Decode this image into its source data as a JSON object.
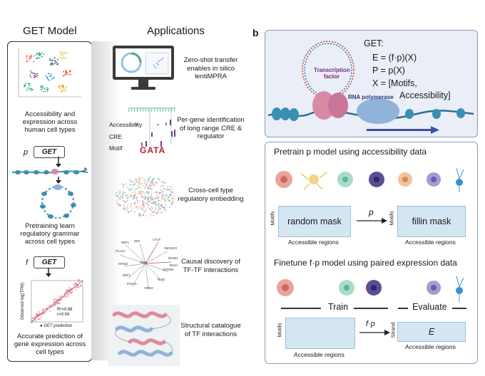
{
  "left": {
    "title": "GET Model",
    "step1": "Accessibility and expression across human cell types",
    "p_label": "p",
    "get_label": "GET",
    "step2": "Pretraining learn regulatory grammar across cell types",
    "f_label": "f",
    "step3": "Accurate prediction of gene expression across cell types",
    "scatter_ylabel": "Observed log(TPM)",
    "scatter_stats": "R²=0.88\nr=0.94",
    "scatter_legend": "● GET prediction"
  },
  "apps": {
    "title": "Applications",
    "items": [
      {
        "text": "Zero-shot transfer enables in silico lentiMPRA"
      },
      {
        "text": "Per-gene identification of long range CRE & regulator"
      },
      {
        "text": "Cross-cell type regulatory embedding"
      },
      {
        "text": "Causal discovery of TF-TF interactions"
      },
      {
        "text": "Structural catalogue of TF interactions"
      }
    ],
    "track_labels": [
      "Accessibility",
      "CRE",
      "Motif"
    ],
    "motif_name": "GATA",
    "network_nodes": [
      "NRF1",
      "PLAG1",
      "ZNF",
      "CTCF",
      "SMAD2/3",
      "NFKB1",
      "ZNF684",
      "NFKB2",
      "NRF1",
      "FOXA1",
      "ARID3",
      "TEAD",
      "HNF1",
      "BHLH"
    ]
  },
  "panel_b": {
    "label": "b",
    "get_title": "GET:",
    "eq1": "E = (f·p)(X)",
    "eq2": "P = p(X)",
    "eq3": "X = [Motifs,",
    "eq4": "Accessibility]",
    "tf_label": "Transcription factor",
    "polymerase_label": "RNA polymerase",
    "pretrain_title": "Pretrain p model using accessibility data",
    "random_mask": "random mask",
    "fillin_mask": "fillin mask",
    "motifs": "Motifs",
    "strand": "Strand",
    "accessible_regions": "Accessible regions",
    "p": "p",
    "finetune_title": "Finetune f·p model using paired expression data",
    "train": "Train",
    "evaluate": "Evaluate",
    "fp": "f·p",
    "E": "E"
  },
  "colors": {
    "panel_bg": "#e9eef7",
    "panel_border": "#8c9cb8",
    "mask_fill": "#d4e6f2",
    "dna": "#3b8fb0",
    "tf": "#d88aa6",
    "polymerase": "#8fb3d9"
  }
}
